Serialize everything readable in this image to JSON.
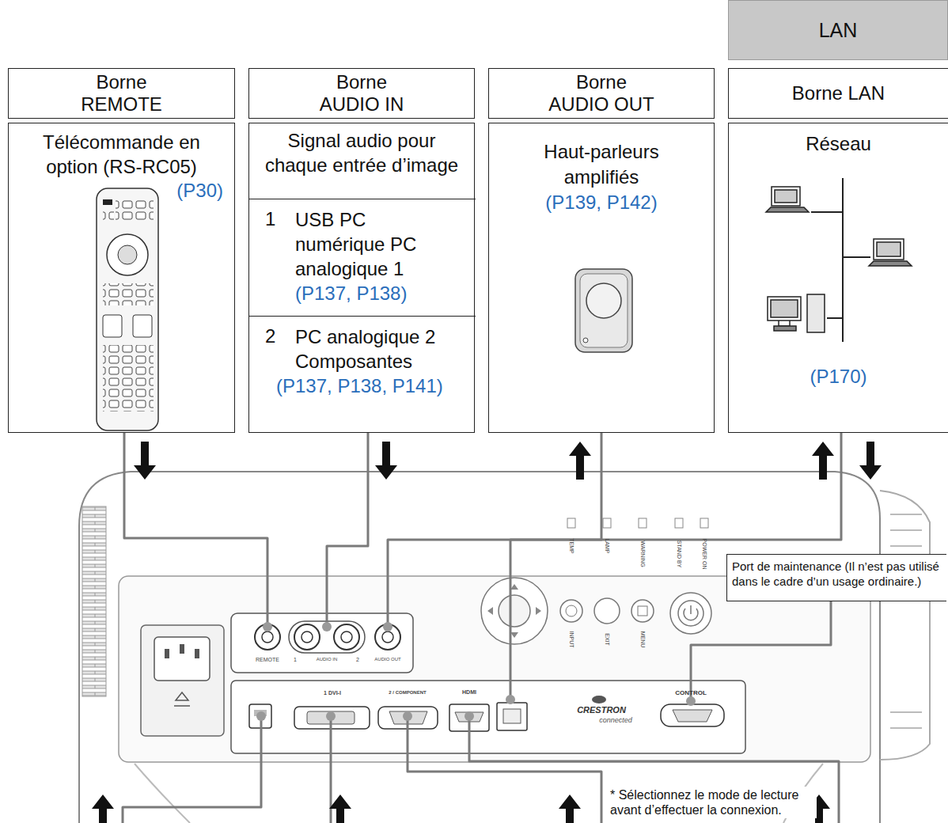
{
  "diagram": {
    "nodes": [
      {
        "text": [
          "LAN"
        ]
      },
      {
        "text": [
          "Borne REMOTE"
        ]
      },
      {
        "text": [
          "Télécommande en option (RS-RC05)",
          "(P30)"
        ]
      },
      {
        "text": [
          "Borne AUDIO IN"
        ]
      },
      {
        "text": [
          "Signal audio pour chaque entrée d’image"
        ]
      },
      {
        "text": [
          "1",
          "USB PC numérique PC analogique 1",
          "(P137, P138)"
        ],
        "in": 4
      },
      {
        "text": [
          "2",
          "PC analogique 2 Composantes",
          "(P137, P138, P141)"
        ],
        "in": 4
      },
      {
        "text": [
          "Borne AUDIO OUT"
        ]
      },
      {
        "text": [
          "Haut-parleurs amplifiés",
          "(P139, P142)"
        ]
      },
      {
        "text": [
          "Borne LAN"
        ]
      },
      {
        "text": [
          "Réseau",
          "(P170)"
        ]
      },
      {
        "text": [
          "Port de maintenance (Il n’est pas utilisé dans le cadre d’un usage ordinaire.)"
        ]
      }
    ],
    "labels": [
      "REMOTE",
      "1",
      "AUDIO IN",
      "2",
      "AUDIO OUT",
      "TEMP",
      "LAMP",
      "WARNING",
      "STAND BY",
      "POWER ON",
      "INPUT",
      "EXIT",
      "MENU",
      "1 DVI-I",
      "2 / COMPONENT",
      "HDMI",
      "CRESTRON",
      "connected",
      "CONTROL",
      "* Sélectionnez le mode de lecture avant d’effectuer la connexion."
    ]
  }
}
